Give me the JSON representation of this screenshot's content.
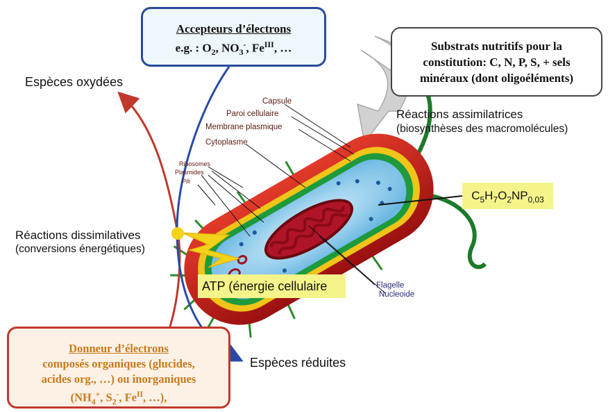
{
  "acceptors": {
    "title": "Accepteurs d’électrons",
    "prefix": "e.g. : O",
    "o2_sub": "2",
    "sep1": ", NO",
    "no3_sub": "3",
    "no3_sup": "-",
    "sep2": ", Fe",
    "fe_sup": "III",
    "suffix": ", …"
  },
  "substrates": {
    "line1": "Substrats nutritifs pour la",
    "line2": "constitution: C, N, P, S, + sels",
    "line3": "minéraux (dont oligoéléments)"
  },
  "donor": {
    "title": "Donneur d’électrons",
    "line1": "composés organiques (glucides,",
    "line2": "acides org., …) ou inorganiques",
    "l3_open": "(NH",
    "nh4_sub": "4",
    "nh4_sup": "+",
    "l3_s": ", S",
    "s2_sub": "2",
    "s2_sup": "-",
    "l3_fe": ", Fe",
    "fe_sup": "II",
    "l3_end": ", …),"
  },
  "labels": {
    "oxidized": "Espèces oxydées",
    "reduced": "Espèces réduites",
    "assim_title": "Réactions assimilatrices",
    "assim_sub": "(biosynthèses des macromolécules)",
    "dissim_title": "Réactions dissimilatives",
    "dissim_sub": "(conversions énergétiques)",
    "atp": "ATP (énergie cellulaire"
  },
  "formula": {
    "c": "C",
    "c_sub": "5",
    "h": "H",
    "h_sub": "7",
    "o": "O",
    "o_sub": "2",
    "np": "NP",
    "p_sub": "0,03"
  },
  "bacterium_parts": {
    "capsule": "Capsule",
    "cell_wall": "Paroi cellulaire",
    "membrane": "Membrane plasmique",
    "cytoplasm": "Cytoplasme",
    "ribosomes": "Ribosomes",
    "plasmids": "Plasmides",
    "pili": "Pili",
    "flagella": "Flagelle",
    "nucleoid": "Nucleoide"
  },
  "colors": {
    "oxidation_arrow": "#c0392b",
    "reduction_arrow": "#2a4aa8",
    "highlight": "#f4f48a",
    "capsule": "#c81e1e",
    "wall": "#f0c419",
    "membrane": "#1e9a3c",
    "cytoplasm": "#9fd3f0"
  }
}
